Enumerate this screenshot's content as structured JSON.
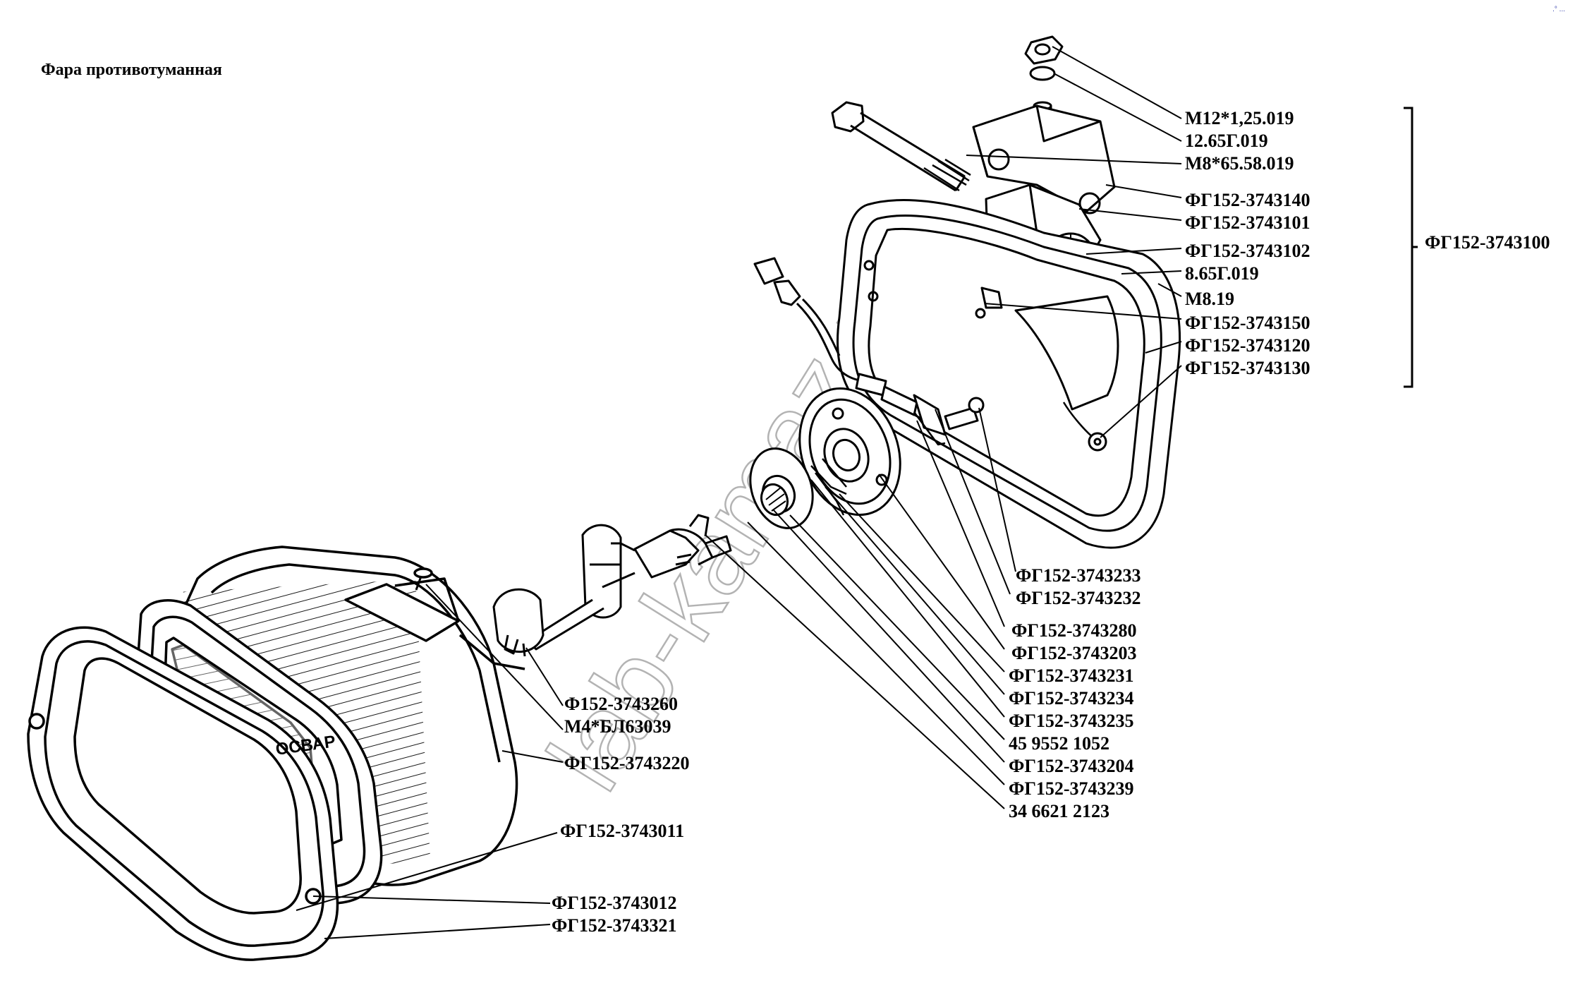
{
  "title": "Фара противотуманная",
  "corner_mark": ".° ...",
  "group_label": "ФГ152-3743100",
  "labels": {
    "m12": "M12*1,25.019",
    "w12": "12.65Г.019",
    "m8_65": "M8*65.58.019",
    "p140": "ФГ152-3743140",
    "p101": "ФГ152-3743101",
    "p102": "ФГ152-3743102",
    "w8": "8.65Г.019",
    "m8": "M8.19",
    "p150": "ФГ152-3743150",
    "p120": "ФГ152-3743120",
    "p130": "ФГ152-3743130",
    "p233": "ФГ152-3743233",
    "p232": "ФГ152-3743232",
    "p280": "ФГ152-3743280",
    "p203": "ФГ152-3743203",
    "p231": "ФГ152-3743231",
    "p234": "ФГ152-3743234",
    "p235": "ФГ152-3743235",
    "n459552": "45 9552 1052",
    "p204": "ФГ152-3743204",
    "p239": "ФГ152-3743239",
    "n346621": "34 6621 2123",
    "p260": "Ф152-3743260",
    "m4": "M4*БЛ63039",
    "p220": "ФГ152-3743220",
    "p011": "ФГ152-3743011",
    "p012": "ФГ152-3743012",
    "p321": "ФГ152-3743321"
  },
  "lens_mark": "ОСВАР",
  "watermark": "lab-kamaz.ru",
  "colors": {
    "ink": "#000000",
    "watermark": "#9a9a9a",
    "background": "#ffffff"
  }
}
